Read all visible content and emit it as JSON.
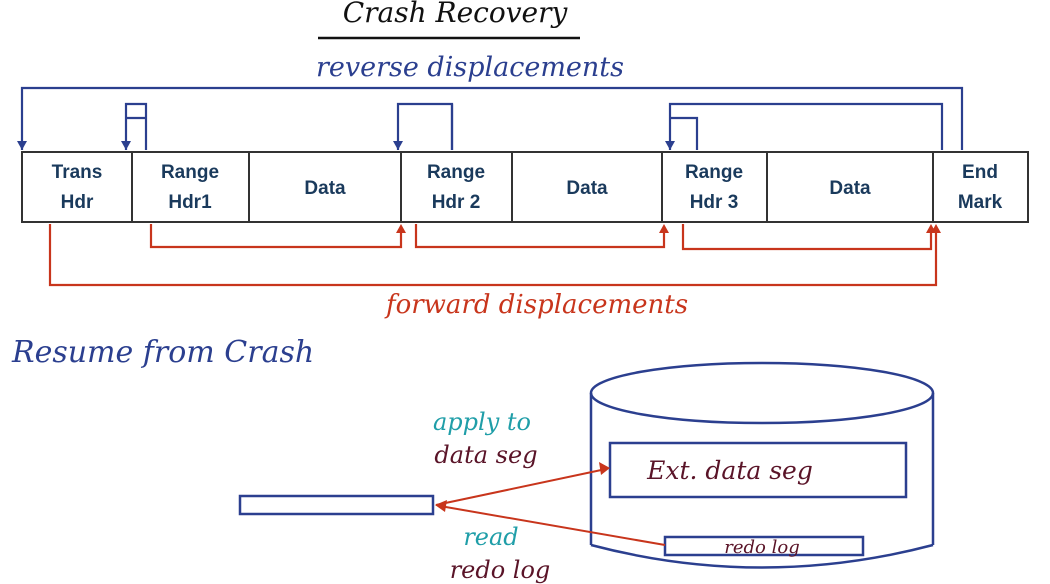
{
  "title": "Crash Recovery",
  "reverse_label": "reverse displacements",
  "forward_label": "forward displacements",
  "section_label": "Resume from Crash",
  "log_record": {
    "cells": [
      {
        "line1": "Trans",
        "line2": "Hdr"
      },
      {
        "line1": "Range",
        "line2": "Hdr1"
      },
      {
        "line1": "Data",
        "line2": ""
      },
      {
        "line1": "Range",
        "line2": "Hdr 2"
      },
      {
        "line1": "Data",
        "line2": ""
      },
      {
        "line1": "Range",
        "line2": "Hdr 3"
      },
      {
        "line1": "Data",
        "line2": ""
      },
      {
        "line1": "End",
        "line2": "Mark"
      }
    ]
  },
  "disk": {
    "ext_data_seg": "Ext. data seg",
    "redo_log": "redo log"
  },
  "apply_label": {
    "line1": "apply to",
    "line2": "data seg"
  },
  "read_label": {
    "line1": "read",
    "line2": "redo log"
  },
  "colors": {
    "blue": "#2b3f8f",
    "red": "#c8351c",
    "teal": "#1f9ea8",
    "maroon": "#5a1428",
    "cell_text": "#1a3a5c"
  }
}
